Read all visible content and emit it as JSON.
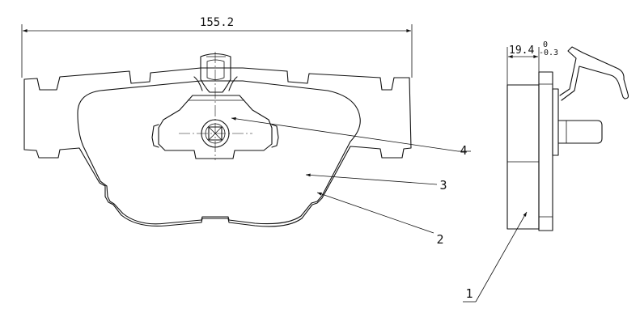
{
  "dimensions": {
    "overall_width": "155.2",
    "thickness_value": "19.4",
    "thickness_tol_upper": "0",
    "thickness_tol_lower": "-0.3"
  },
  "callouts": [
    {
      "id": "c1",
      "label": "1"
    },
    {
      "id": "c2",
      "label": "2"
    },
    {
      "id": "c3",
      "label": "3"
    },
    {
      "id": "c4",
      "label": "4"
    }
  ]
}
